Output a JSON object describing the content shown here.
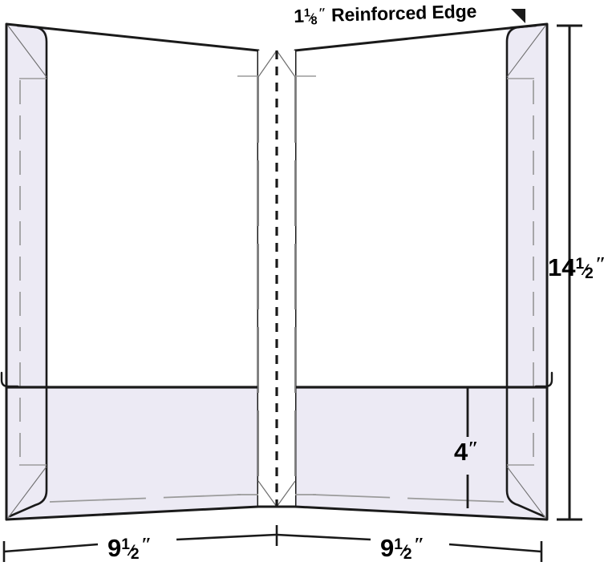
{
  "diagram": {
    "type": "presentation-folder-dieline",
    "title": "Two Pocket Presentation Folder Diagram",
    "colors": {
      "reinforced_band_fill": "#eceaf4",
      "pocket_fill": "#eceaf4",
      "panel_fill": "#ffffff",
      "outline": "#1a1a1a",
      "score_line": "#9b9b9b",
      "dimension_line": "#1a1a1a"
    }
  },
  "annotations": {
    "reinforced_edge": {
      "value": "1",
      "fraction_num": "1",
      "fraction_den": "8",
      "unit": "″",
      "text": "Reinforced Edge",
      "full": "1⅛″ Reinforced Edge"
    },
    "height": {
      "value": "14",
      "fraction_num": "1",
      "fraction_den": "2",
      "unit": "″",
      "full": "14½″"
    },
    "width_left": {
      "value": "9",
      "fraction_num": "1",
      "fraction_den": "2",
      "unit": "″",
      "full": "9½″"
    },
    "width_right": {
      "value": "9",
      "fraction_num": "1",
      "fraction_den": "2",
      "unit": "″",
      "full": "9½″"
    },
    "pocket_depth": {
      "value": "4",
      "unit": "″",
      "full": "4″"
    }
  },
  "parts": {
    "left_panel": "Left Panel",
    "right_panel": "Right Panel",
    "left_reinforced_band": "Left Reinforced Edge Band",
    "right_reinforced_band": "Right Reinforced Edge Band",
    "left_pocket": "Left Pocket",
    "right_pocket": "Right Pocket",
    "center_spine": "Center Spine Fold"
  }
}
